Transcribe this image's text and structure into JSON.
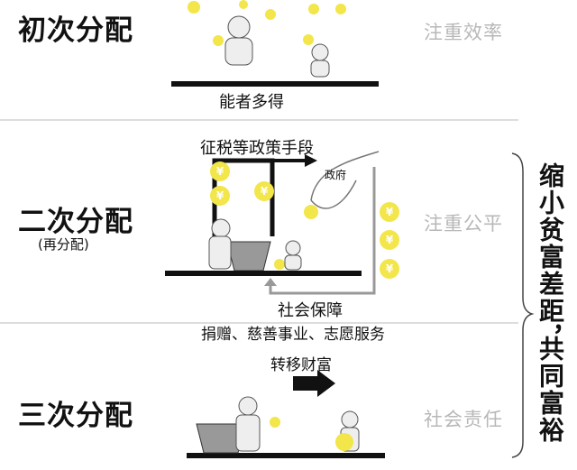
{
  "section1": {
    "title": "初次分配",
    "caption": "能者多得",
    "principle": "注重效率"
  },
  "section2": {
    "title": "二次分配",
    "subtitle": "(再分配)",
    "policy_label": "征税等政策手段",
    "government_label": "政府",
    "principle": "注重公平",
    "return_label": "社会保障"
  },
  "section3": {
    "title": "三次分配",
    "activities": "捐赠、慈善事业、志愿服务",
    "transfer_label": "转移财富",
    "principle": "社会责任"
  },
  "summary": {
    "line1": "缩小贫富差距，",
    "line2": "共同富裕"
  },
  "colors": {
    "coin": "#f2e64a",
    "divider": "#dddddd",
    "principle": "#b8b8b8",
    "return_arrow": "#999999"
  }
}
